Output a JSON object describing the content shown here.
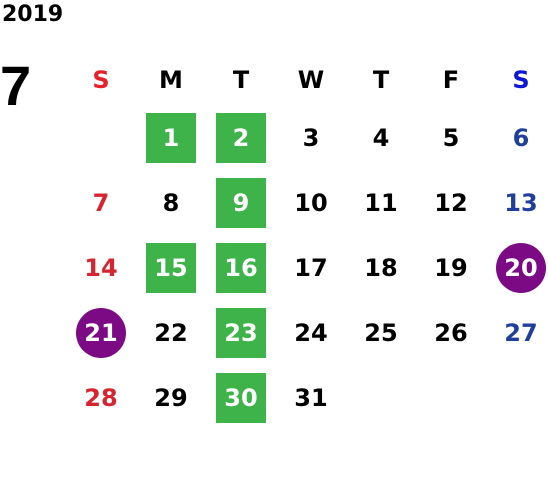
{
  "year": "2019",
  "month": "7",
  "weekdays": [
    "S",
    "M",
    "T",
    "W",
    "T",
    "F",
    "S"
  ],
  "colors": {
    "sunday": "#d62430",
    "saturday": "#1f3f9a",
    "highlight_green": "#3db34a",
    "highlight_holiday": "#7d0a85"
  },
  "weeks": [
    [
      {
        "day": "",
        "kind": "empty"
      },
      {
        "day": "1",
        "kind": "green"
      },
      {
        "day": "2",
        "kind": "green"
      },
      {
        "day": "3",
        "kind": "normal"
      },
      {
        "day": "4",
        "kind": "normal"
      },
      {
        "day": "5",
        "kind": "normal"
      },
      {
        "day": "6",
        "kind": "normal"
      }
    ],
    [
      {
        "day": "7",
        "kind": "normal"
      },
      {
        "day": "8",
        "kind": "normal"
      },
      {
        "day": "9",
        "kind": "green"
      },
      {
        "day": "10",
        "kind": "normal"
      },
      {
        "day": "11",
        "kind": "normal"
      },
      {
        "day": "12",
        "kind": "normal"
      },
      {
        "day": "13",
        "kind": "normal"
      }
    ],
    [
      {
        "day": "14",
        "kind": "normal"
      },
      {
        "day": "15",
        "kind": "green"
      },
      {
        "day": "16",
        "kind": "green"
      },
      {
        "day": "17",
        "kind": "normal"
      },
      {
        "day": "18",
        "kind": "normal"
      },
      {
        "day": "19",
        "kind": "normal"
      },
      {
        "day": "20",
        "kind": "holiday"
      }
    ],
    [
      {
        "day": "21",
        "kind": "holiday"
      },
      {
        "day": "22",
        "kind": "normal"
      },
      {
        "day": "23",
        "kind": "green"
      },
      {
        "day": "24",
        "kind": "normal"
      },
      {
        "day": "25",
        "kind": "normal"
      },
      {
        "day": "26",
        "kind": "normal"
      },
      {
        "day": "27",
        "kind": "normal"
      }
    ],
    [
      {
        "day": "28",
        "kind": "normal"
      },
      {
        "day": "29",
        "kind": "normal"
      },
      {
        "day": "30",
        "kind": "green"
      },
      {
        "day": "31",
        "kind": "normal"
      },
      {
        "day": "",
        "kind": "empty"
      },
      {
        "day": "",
        "kind": "empty"
      },
      {
        "day": "",
        "kind": "empty"
      }
    ]
  ]
}
